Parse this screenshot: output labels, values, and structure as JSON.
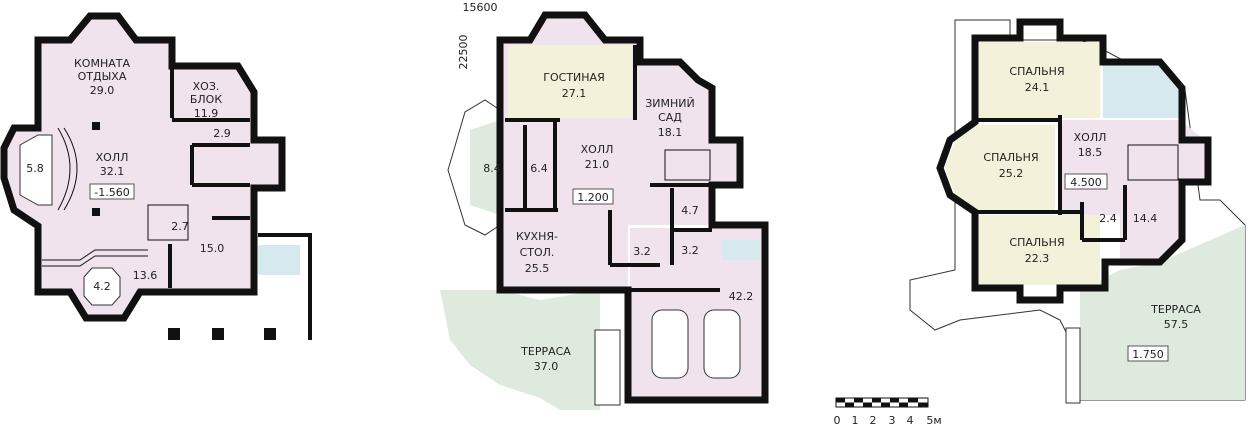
{
  "colors": {
    "living": "#f1e3ee",
    "guest": "#f3f1d9",
    "terrace": "#dfeadf",
    "void": "#d6e9ef",
    "wall": "#111111"
  },
  "basement": {
    "rest_room": {
      "line1": "КОМНАТА",
      "line2": "ОТДЫХА",
      "area": "29.0"
    },
    "utility": {
      "line1": "ХОЗ.",
      "line2": "БЛОК",
      "area": "11.9"
    },
    "storage": {
      "area": "2.9"
    },
    "hall": {
      "line1": "ХОЛЛ",
      "area": "32.1"
    },
    "level": "-1.560",
    "bay": {
      "area": "5.8"
    },
    "wc": {
      "area": "2.7"
    },
    "room15": {
      "area": "15.0"
    },
    "room13": {
      "area": "13.6"
    },
    "sauna": {
      "area": "4.2"
    }
  },
  "ground": {
    "dim_width": "15600",
    "dim_depth": "22500",
    "living": {
      "line1": "ГОСТИНАЯ",
      "area": "27.1"
    },
    "winter_garden": {
      "line1": "ЗИМНИЙ",
      "line2": "САД",
      "area": "18.1"
    },
    "hall": {
      "line1": "ХОЛЛ",
      "area": "21.0"
    },
    "room84": {
      "area": "8.4"
    },
    "room64": {
      "area": "6.4"
    },
    "level": "1.200",
    "room47": {
      "area": "4.7"
    },
    "wc": {
      "area": "3.2"
    },
    "room32": {
      "area": "3.2"
    },
    "kitchen": {
      "line1": "КУХНЯ-",
      "line2": "СТОЛ.",
      "area": "25.5"
    },
    "garage": {
      "area": "42.2"
    },
    "terrace": {
      "line1": "ТЕРРАСА",
      "area": "37.0"
    }
  },
  "upper": {
    "bedroom1": {
      "line1": "СПАЛЬНЯ",
      "area": "24.1"
    },
    "bedroom2": {
      "line1": "СПАЛЬНЯ",
      "area": "25.2"
    },
    "hall": {
      "line1": "ХОЛЛ",
      "area": "18.5"
    },
    "level": "4.500",
    "wc": {
      "area": "2.4"
    },
    "bath": {
      "area": "14.4"
    },
    "bedroom3": {
      "line1": "СПАЛЬНЯ",
      "area": "22.3"
    },
    "terrace": {
      "line1": "ТЕРРАСА",
      "area": "57.5"
    },
    "terrace_level": "1.750"
  },
  "scale": {
    "ticks": [
      "0",
      "1",
      "2",
      "3",
      "4",
      "5м"
    ]
  }
}
